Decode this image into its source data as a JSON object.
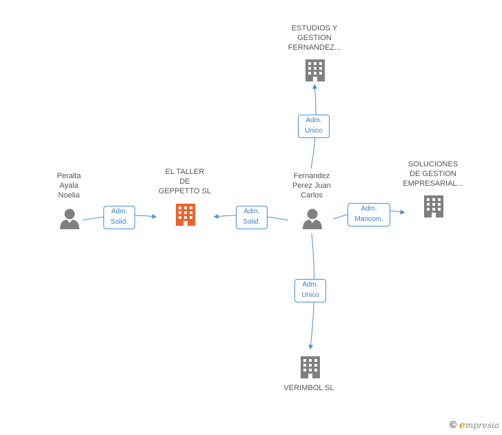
{
  "colors": {
    "edge": "#4a90d9",
    "focus_company": "#f0622a",
    "company": "#808080",
    "person": "#808080",
    "text": "#555555"
  },
  "nodes": {
    "estudios": {
      "label": "ESTUDIOS Y\nGESTION\nFERNANDEZ...",
      "icon": "building-icon"
    },
    "soluciones": {
      "label": "SOLUCIONES\nDE GESTION\nEMPRESARIAL...",
      "icon": "building-icon"
    },
    "el_taller": {
      "label": "EL TALLER\nDE\nGEPPETTO SL",
      "icon": "building-icon"
    },
    "peralta": {
      "label": "Peralta\nAyala\nNoelia",
      "icon": "person-icon"
    },
    "fernandez": {
      "label": "Fernandez\nPerez Juan\nCarlos",
      "icon": "person-icon"
    },
    "verimbol": {
      "label": "VERIMBOL SL",
      "icon": "building-icon"
    }
  },
  "edges": {
    "peralta_taller": {
      "label": "Adm.\nSolid."
    },
    "fernandez_taller": {
      "label": "Adm.\nSolid."
    },
    "fernandez_estudios": {
      "label": "Adm.\nUnico"
    },
    "fernandez_soluciones": {
      "label": "Adm.\nMancom."
    },
    "fernandez_verimbol": {
      "label": "Adm.\nUnico"
    }
  },
  "brand": {
    "copyright": "©",
    "initial": "e",
    "rest": "mpresia"
  }
}
